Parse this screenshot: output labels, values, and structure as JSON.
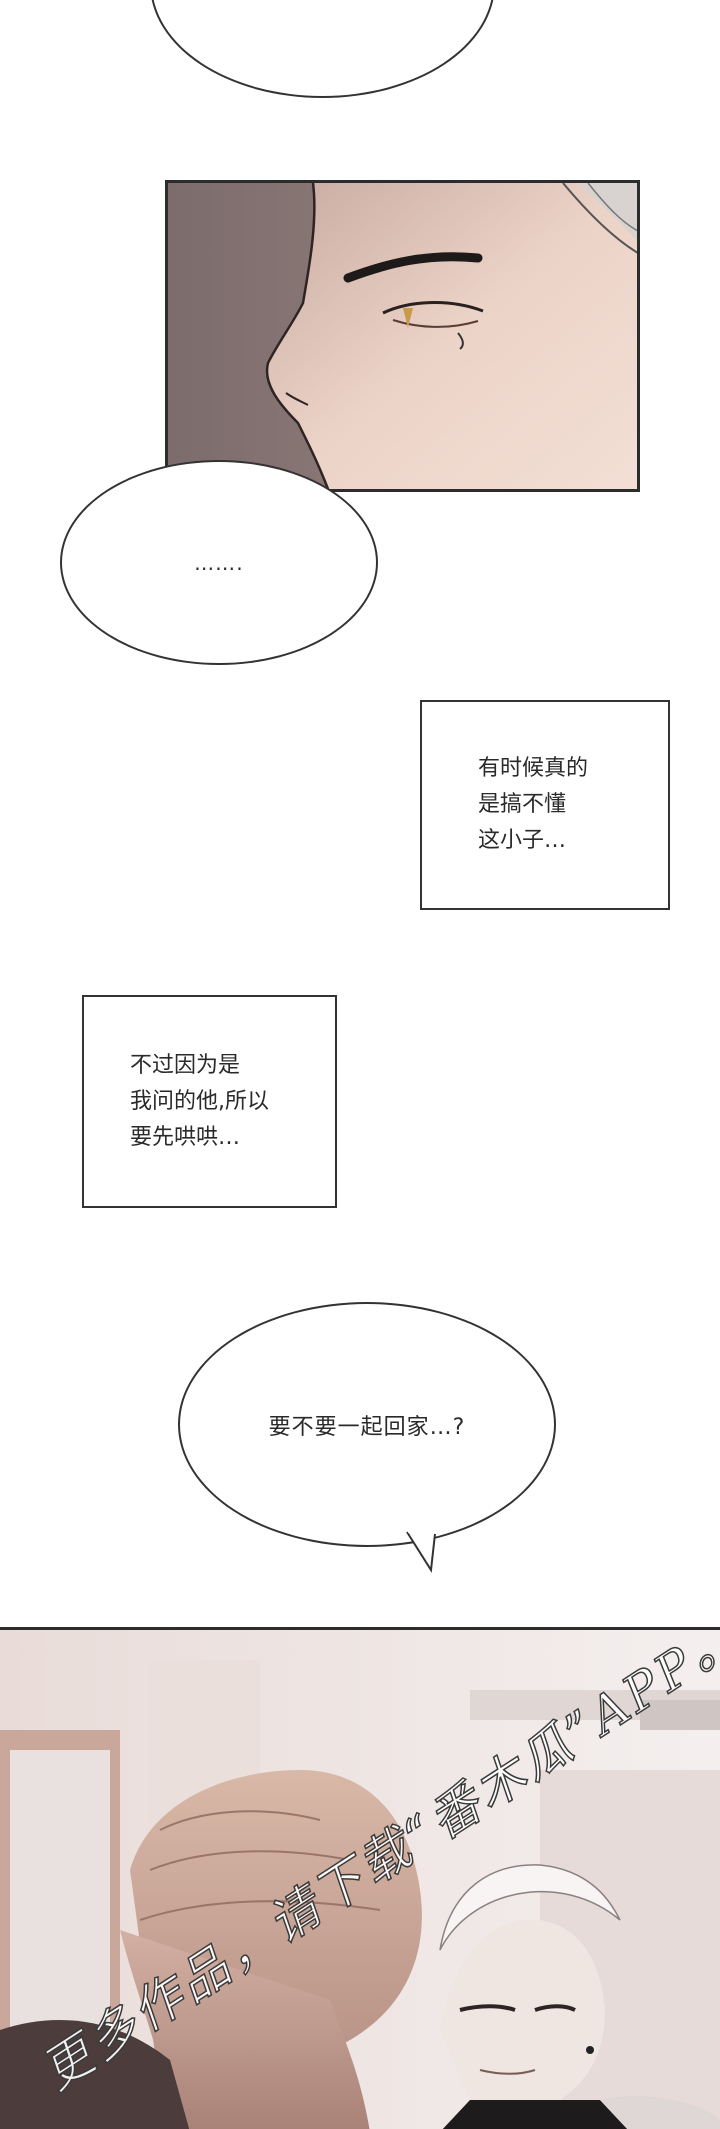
{
  "bubbles": {
    "top_partial": "",
    "ellipsis": "……․",
    "question": "要不要一起回家…?"
  },
  "narration_boxes": [
    {
      "lines": [
        "有时候真的",
        "是搞不懂",
        "这小子…"
      ]
    },
    {
      "lines": [
        "不过因为是",
        "我问的他,所以",
        "要先哄哄…"
      ]
    }
  ],
  "watermark": "更多作品，请下载“番木瓜”APP。",
  "colors": {
    "panel_skin": "#e9cfc3",
    "panel_bg": "#7f6d6a",
    "outline": "#2c2c2c"
  }
}
